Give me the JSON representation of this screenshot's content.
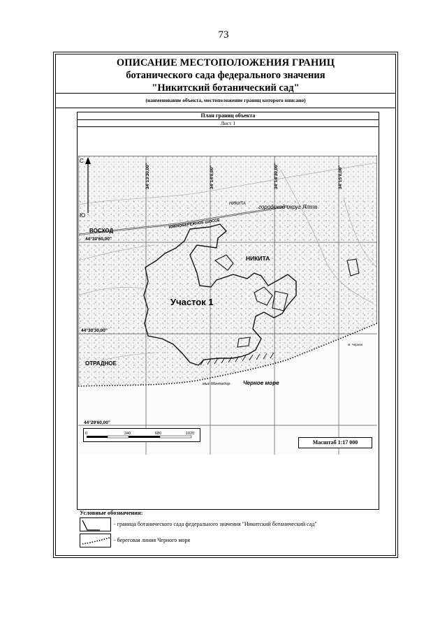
{
  "page_number": "73",
  "header": {
    "line1": "ОПИСАНИЕ МЕСТОПОЛОЖЕНИЯ ГРАНИЦ",
    "line2": "ботанического сада федерального значения",
    "line3": "\"Никитский ботанический сад\"",
    "note": "(наименование объекта, местоположение границ которого описано)"
  },
  "plan": {
    "title": "План границ объекта",
    "sheet": "Лист 1",
    "scale_label": "Масштаб 1:17 000",
    "scale_ticks": [
      "0",
      "340",
      "680",
      "1020"
    ],
    "north_label": "С",
    "south_label": "Ю",
    "coords_top": [
      "34°13'30,00\"",
      "34°14'0,00\"",
      "34°14'30,00\"",
      "34°15'0,00\""
    ],
    "coords_left": [
      "44°30'60,00\"",
      "44°30'30,00\"",
      "44°29'60,00\""
    ],
    "place_labels": {
      "voskhod": "ВОСХОД",
      "nikita_small": "НИКИТА",
      "nikita": "НИКИТА",
      "otradnoe": "ОТРАДНОЕ",
      "yalta": "городской округ Ялта",
      "highway": "ЮЖНОБЕРЕЖНОЕ ШОССЕ",
      "uchastok": "Участок 1",
      "sea": "Черное море",
      "montedor": "мыс Монтедор",
      "chernaya": "м. Черная"
    }
  },
  "legend": {
    "title": "Условные обозначения:",
    "items": [
      {
        "text": "- граница ботанического сада федерального значения \"Никитский ботанический сад\""
      },
      {
        "text": "- береговая линия Черного моря"
      }
    ]
  }
}
